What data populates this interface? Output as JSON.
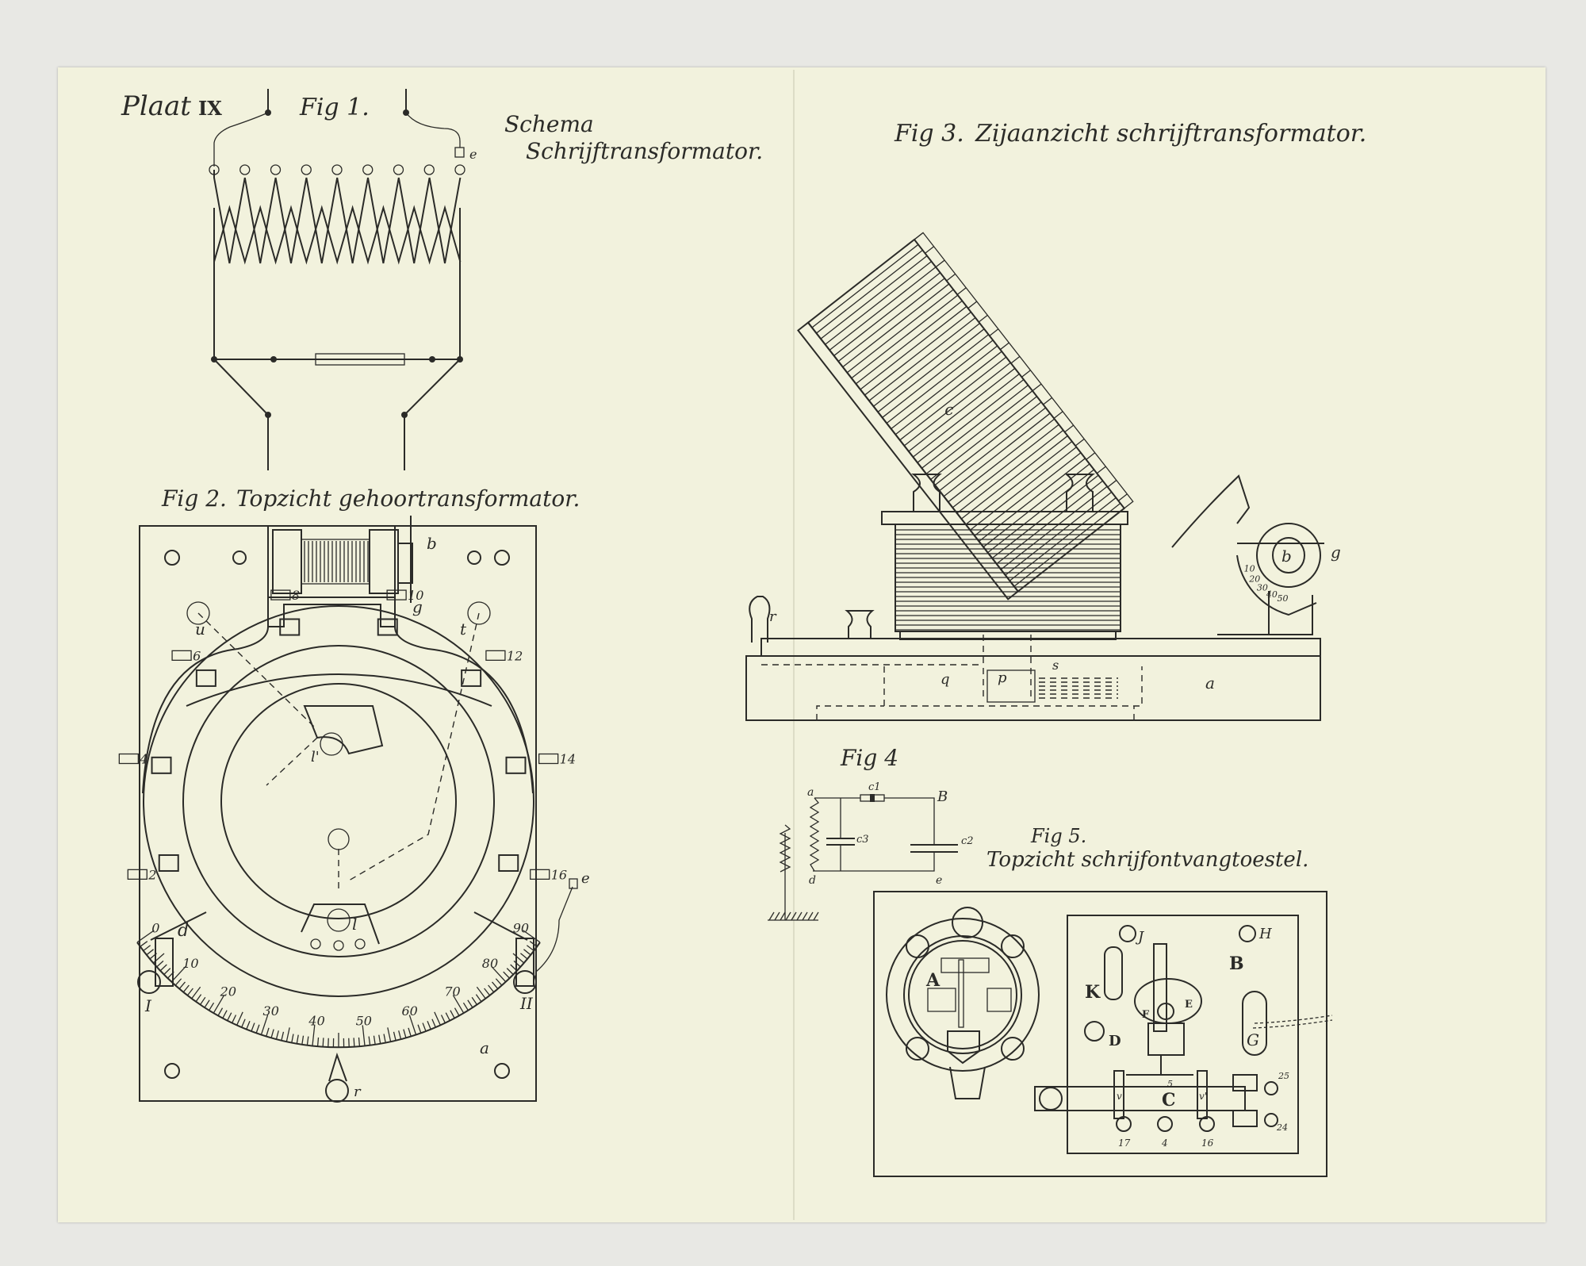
{
  "plate": {
    "title": "Plaat",
    "number": "IX"
  },
  "fig1": {
    "title": "Fig 1.",
    "caption_line1": "Schema",
    "caption_line2": "Schrijftransformator.",
    "label_e": "e"
  },
  "fig2": {
    "title": "Fig 2.",
    "caption": "Topzicht gehoortransformator.",
    "labels": {
      "b": "b",
      "g": "g",
      "u": "u",
      "t": "t",
      "l1": "l'",
      "l2": "l",
      "d": "d",
      "e": "e",
      "I": "I",
      "II": "II",
      "r": "r",
      "a": "a"
    },
    "contacts": [
      "2",
      "4",
      "6",
      "8",
      "10",
      "12",
      "14",
      "16"
    ],
    "scale": [
      "0",
      "10",
      "20",
      "30",
      "40",
      "50",
      "60",
      "70",
      "80",
      "90"
    ]
  },
  "fig3": {
    "title": "Fig 3.",
    "caption": "Zijaanzicht schrijftransformator.",
    "labels": {
      "c": "c",
      "b": "b",
      "g": "g",
      "r": "r",
      "p": "p",
      "q": "q",
      "s": "s",
      "a": "a"
    },
    "scale": [
      "10",
      "20",
      "30",
      "40",
      "50"
    ]
  },
  "fig4": {
    "title": "Fig 4",
    "labels": {
      "a": "a",
      "B": "B",
      "c1": "c1",
      "c2": "c2",
      "c3": "c3",
      "d": "d",
      "e": "e"
    }
  },
  "fig5": {
    "title": "Fig 5.",
    "caption": "Topzicht schrijfontvangtoestel.",
    "labels": {
      "A": "A",
      "B": "B",
      "C": "C",
      "D": "D",
      "E": "E",
      "F": "F",
      "G": "G",
      "J": "J",
      "H": "H",
      "K": "K",
      "v": "v",
      "v1": "v'",
      "n5": "5",
      "n17": "17",
      "n4": "4",
      "n16": "16",
      "n24": "24",
      "n25": "25"
    }
  }
}
